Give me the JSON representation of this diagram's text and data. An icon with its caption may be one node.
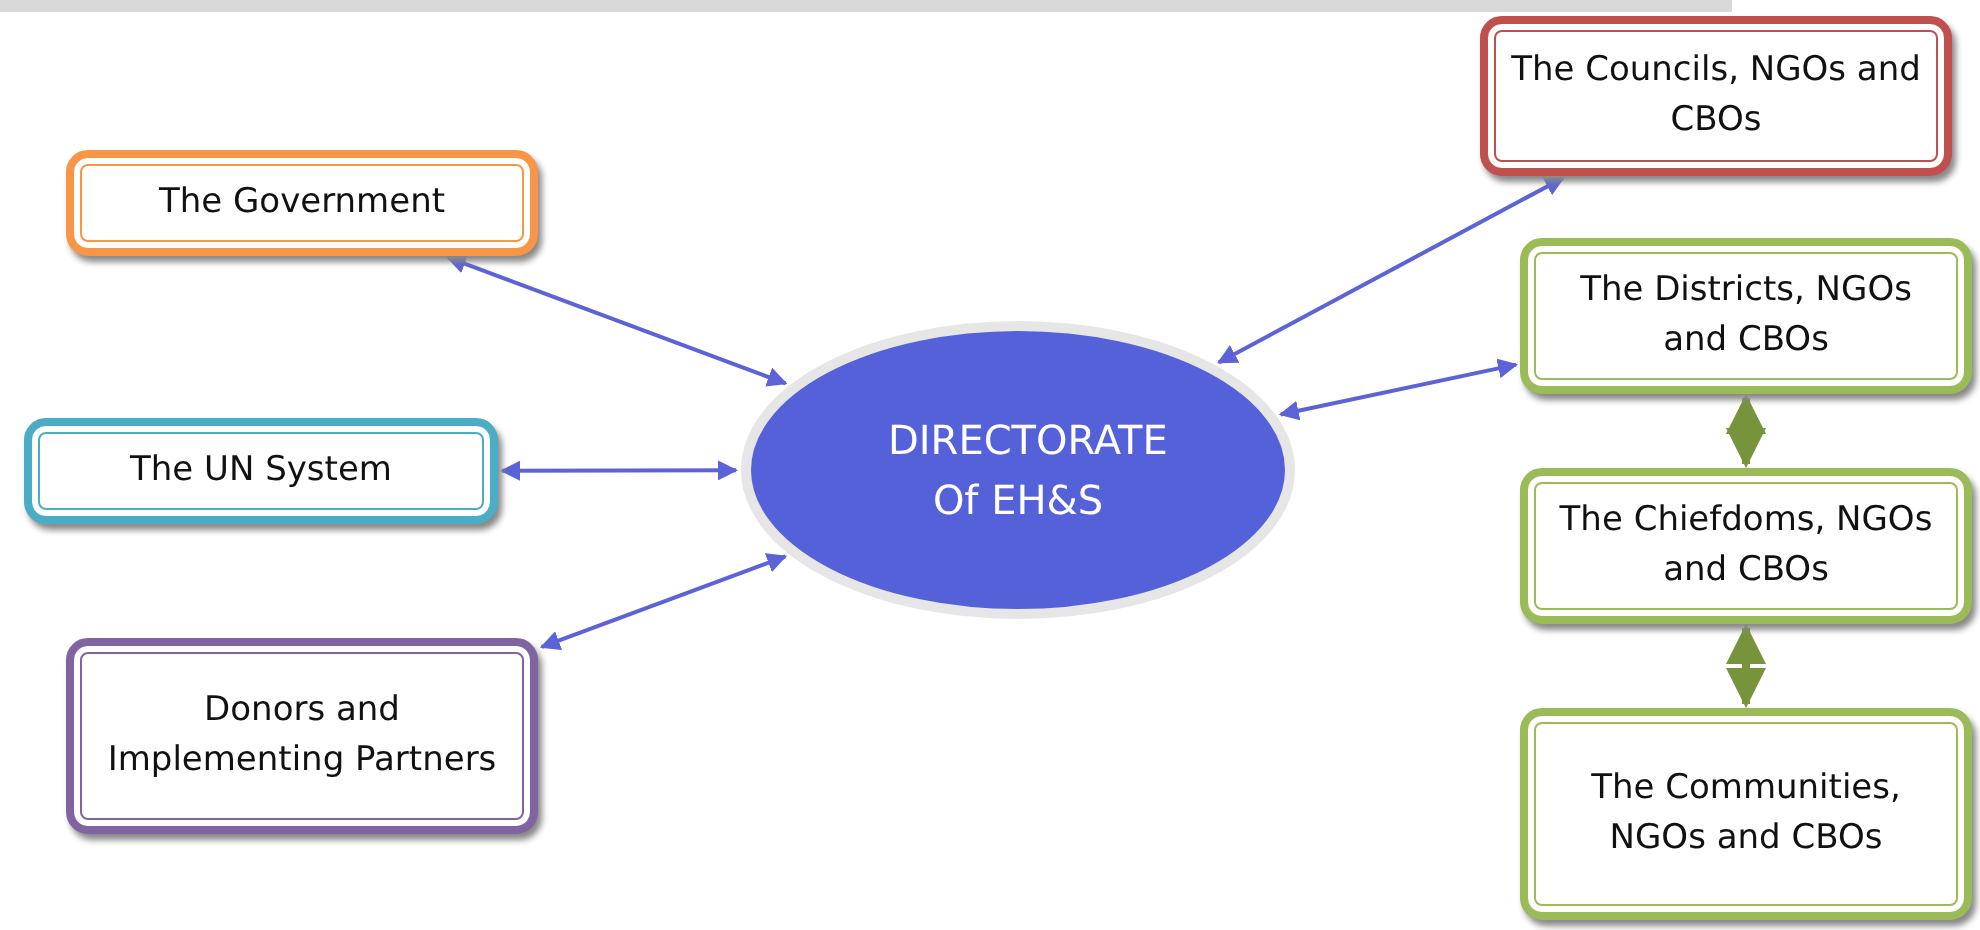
{
  "diagram": {
    "nodes": [
      {
        "text": [
          "The Government"
        ]
      },
      {
        "text": [
          "The UN System"
        ]
      },
      {
        "text": [
          "Donors and Implementing Partners"
        ]
      },
      {
        "text": [
          "DIRECTORATE Of EH&S"
        ]
      },
      {
        "text": [
          "The Councils, NGOs and CBOs"
        ]
      },
      {
        "text": [
          "The Districts, NGOs and CBOs"
        ]
      },
      {
        "text": [
          "The Chiefdoms, NGOs and CBOs"
        ]
      },
      {
        "text": [
          "The Communities, NGOs and CBOs"
        ]
      }
    ],
    "edges": [
      {
        "from": 0,
        "to": 3,
        "arrow": "both"
      },
      {
        "from": 1,
        "to": 3,
        "arrow": "both"
      },
      {
        "from": 2,
        "to": 3,
        "arrow": "both"
      },
      {
        "from": 3,
        "to": 4,
        "arrow": "both"
      },
      {
        "from": 3,
        "to": 5,
        "arrow": "both"
      },
      {
        "from": 5,
        "to": 6,
        "arrow": "both",
        "style": "thick",
        "color": "#77933c"
      },
      {
        "from": 6,
        "to": 7,
        "arrow": "both",
        "style": "thick",
        "color": "#77933c"
      }
    ]
  }
}
